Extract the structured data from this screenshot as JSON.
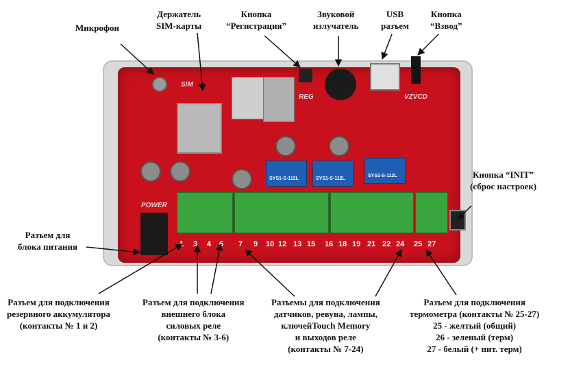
{
  "labels": {
    "microphone": "Микрофон",
    "sim_holder": [
      "Держатель",
      "SIM-карты"
    ],
    "reg_button": [
      "Кнопка",
      "“Регистрация”"
    ],
    "buzzer": [
      "Звуковой",
      "излучатель"
    ],
    "usb": [
      "USB",
      "разъем"
    ],
    "vzvod_button": [
      "Кнопка",
      "“Взвод”"
    ],
    "init_button": [
      "Кнопка “INIT”",
      "(сброс настроек)"
    ],
    "power_connector": [
      "Разъем для",
      "блока питания"
    ],
    "backup_battery": [
      "Разъем для подключения",
      "резервного аккумулятора",
      "(контакты № 1 и 2)"
    ],
    "relay_block": [
      "Разъем для подключения",
      "внешнего блока",
      "силовых реле",
      "(контакты № 3-6)"
    ],
    "sensors": [
      "Разъемы для подключения",
      "датчиков, ревуна, лампы,",
      "ключейTouch Memory",
      "и выходов реле",
      "(контакты № 7-24)"
    ],
    "thermometer": [
      "Разъем для подключения",
      "термометра (контакты № 25-27)",
      "25 - желтый (общий)",
      "26 - зеленый (терм)",
      "27 - белый (+ пит. терм)"
    ]
  },
  "board": {
    "silk": {
      "sim": "SIM",
      "power": "POWER",
      "reg": "REG",
      "vzvcd": "VZVCD"
    },
    "relay_text": "SYS1-S-112L",
    "pin_numbers": [
      "1",
      "3",
      "4",
      "6",
      "7",
      "9",
      "10",
      "12",
      "13",
      "15",
      "16",
      "18",
      "19",
      "21",
      "22",
      "24",
      "25",
      "27"
    ]
  },
  "colors": {
    "board": "#c8111c",
    "terminal": "#3aa53f",
    "relay": "#1f5fb3",
    "enclosure": "#d9d9d9"
  }
}
